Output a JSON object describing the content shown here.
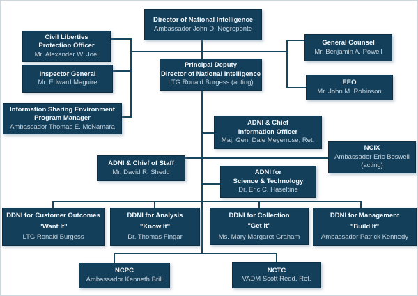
{
  "colors": {
    "box_fill": "#143f5b",
    "box_border": "#0d2f44",
    "line": "#17465f",
    "title_text": "#f2f7fa",
    "name_text": "#c4d3dd",
    "background": "#ffffff"
  },
  "nodes": {
    "dni": {
      "title": "Director of National Intelligence",
      "name": "Ambassador John D. Negroponte"
    },
    "clpo": {
      "title": "Civil Liberties",
      "title2": "Protection Officer",
      "name": "Mr. Alexander W. Joel"
    },
    "ig": {
      "title": "Inspector General",
      "name": "Mr. Edward Maguire"
    },
    "ise": {
      "title": "Information Sharing Environment",
      "title2": "Program Manager",
      "name": "Ambassador Thomas E. McNamara"
    },
    "pddni": {
      "title": "Principal Deputy",
      "title2": "Director of National Intelligence",
      "name": "LTG Ronald Burgess (acting)"
    },
    "gc": {
      "title": "General Counsel",
      "name": "Mr. Benjamin A. Powell"
    },
    "eeo": {
      "title": "EEO",
      "name": "Mr. John M. Robinson"
    },
    "cio": {
      "title": "ADNI & Chief",
      "title2": "Information Officer",
      "name": "Maj. Gen. Dale Meyerrose, Ret."
    },
    "ncix": {
      "title": "NCIX",
      "name": "Ambassador Eric Boswell",
      "name2": "(acting)"
    },
    "cos": {
      "title": "ADNI & Chief of Staff",
      "name": "Mr. David R. Shedd"
    },
    "st": {
      "title": "ADNI for",
      "title2": "Science & Technology",
      "name": "Dr. Eric C. Haseltine"
    },
    "ddni_co": {
      "title": "DDNI for Customer Outcomes",
      "sub": "\"Want It\"",
      "name": "LTG Ronald Burgess"
    },
    "ddni_an": {
      "title": "DDNI for Analysis",
      "sub": "\"Know It\"",
      "name": "Dr. Thomas Fingar"
    },
    "ddni_col": {
      "title": "DDNI for Collection",
      "sub": "\"Get It\"",
      "name": "Ms. Mary Margaret Graham"
    },
    "ddni_mg": {
      "title": "DDNI for Management",
      "sub": "\"Build It\"",
      "name": "Ambassador Patrick Kennedy"
    },
    "ncpc": {
      "title": "NCPC",
      "name": "Ambassador Kenneth Brill"
    },
    "nctc": {
      "title": "NCTC",
      "name": "VADM Scott Redd, Ret."
    }
  }
}
